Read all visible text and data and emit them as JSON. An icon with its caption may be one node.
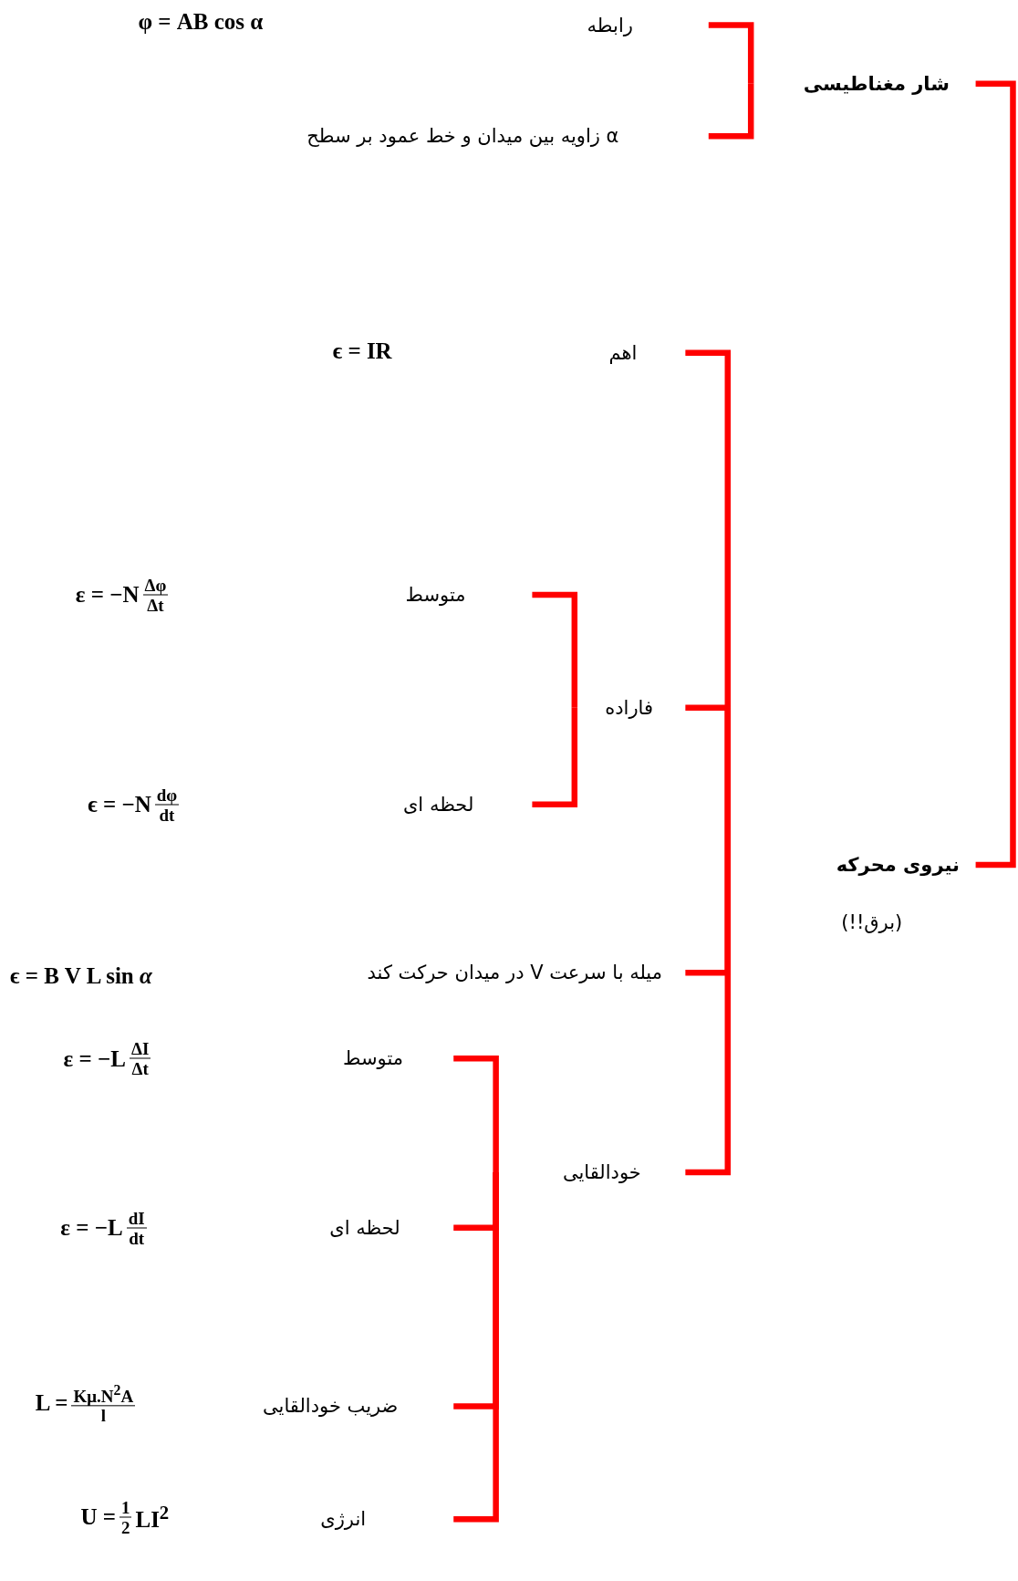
{
  "diagram": {
    "nodes": [
      {
        "text": [
          "شار مغناطیسی"
        ]
      },
      {
        "text": [
          "رابطه"
        ]
      },
      {
        "text": [
          "α  زاویه بین میدان و خط عمود بر سطح"
        ]
      },
      {
        "text": [
          "نیروی محرکه"
        ],
        "beside": [
          "(برق!!)"
        ]
      },
      {
        "text": [
          "اهم"
        ]
      },
      {
        "text": [
          "فاراده"
        ]
      },
      {
        "text": [
          "متوسط"
        ]
      },
      {
        "text": [
          "لحظه ای"
        ]
      },
      {
        "text": [
          "میله با سرعت V در میدان حرکت کند"
        ]
      },
      {
        "text": [
          "خودالقایی"
        ]
      },
      {
        "text": [
          "متوسط"
        ]
      },
      {
        "text": [
          "لحظه ای"
        ]
      },
      {
        "text": [
          "ضریب خودالقایی"
        ]
      },
      {
        "text": [
          "انرژی"
        ]
      }
    ],
    "edges": [
      {
        "from": 0,
        "to": 1,
        "arrow": "none"
      },
      {
        "from": 0,
        "to": 2,
        "arrow": "none"
      },
      {
        "from": 0,
        "to": 3,
        "arrow": "none"
      },
      {
        "from": 3,
        "to": 4,
        "arrow": "none"
      },
      {
        "from": 3,
        "to": 5,
        "arrow": "none"
      },
      {
        "from": 3,
        "to": 8,
        "arrow": "none"
      },
      {
        "from": 3,
        "to": 9,
        "arrow": "none"
      },
      {
        "from": 5,
        "to": 6,
        "arrow": "none"
      },
      {
        "from": 5,
        "to": 7,
        "arrow": "none"
      },
      {
        "from": 9,
        "to": 10,
        "arrow": "none"
      },
      {
        "from": 9,
        "to": 11,
        "arrow": "none"
      },
      {
        "from": 9,
        "to": 12,
        "arrow": "none"
      },
      {
        "from": 9,
        "to": 13,
        "arrow": "none"
      }
    ],
    "labels": [
      "φ = AB cos α",
      "ϵ = IR",
      "ε = −N",
      "Δφ",
      "Δt",
      "ϵ = −N",
      "dφ",
      "dt",
      "ϵ = B V L sin *α*",
      "ε = −L",
      "ΔI",
      "Δt",
      "ε = −L",
      "dI",
      "dt",
      "L =",
      "Kμ.N$^{2}$A",
      "l",
      "U =",
      "1",
      "2",
      "LI$^{2}$"
    ]
  }
}
